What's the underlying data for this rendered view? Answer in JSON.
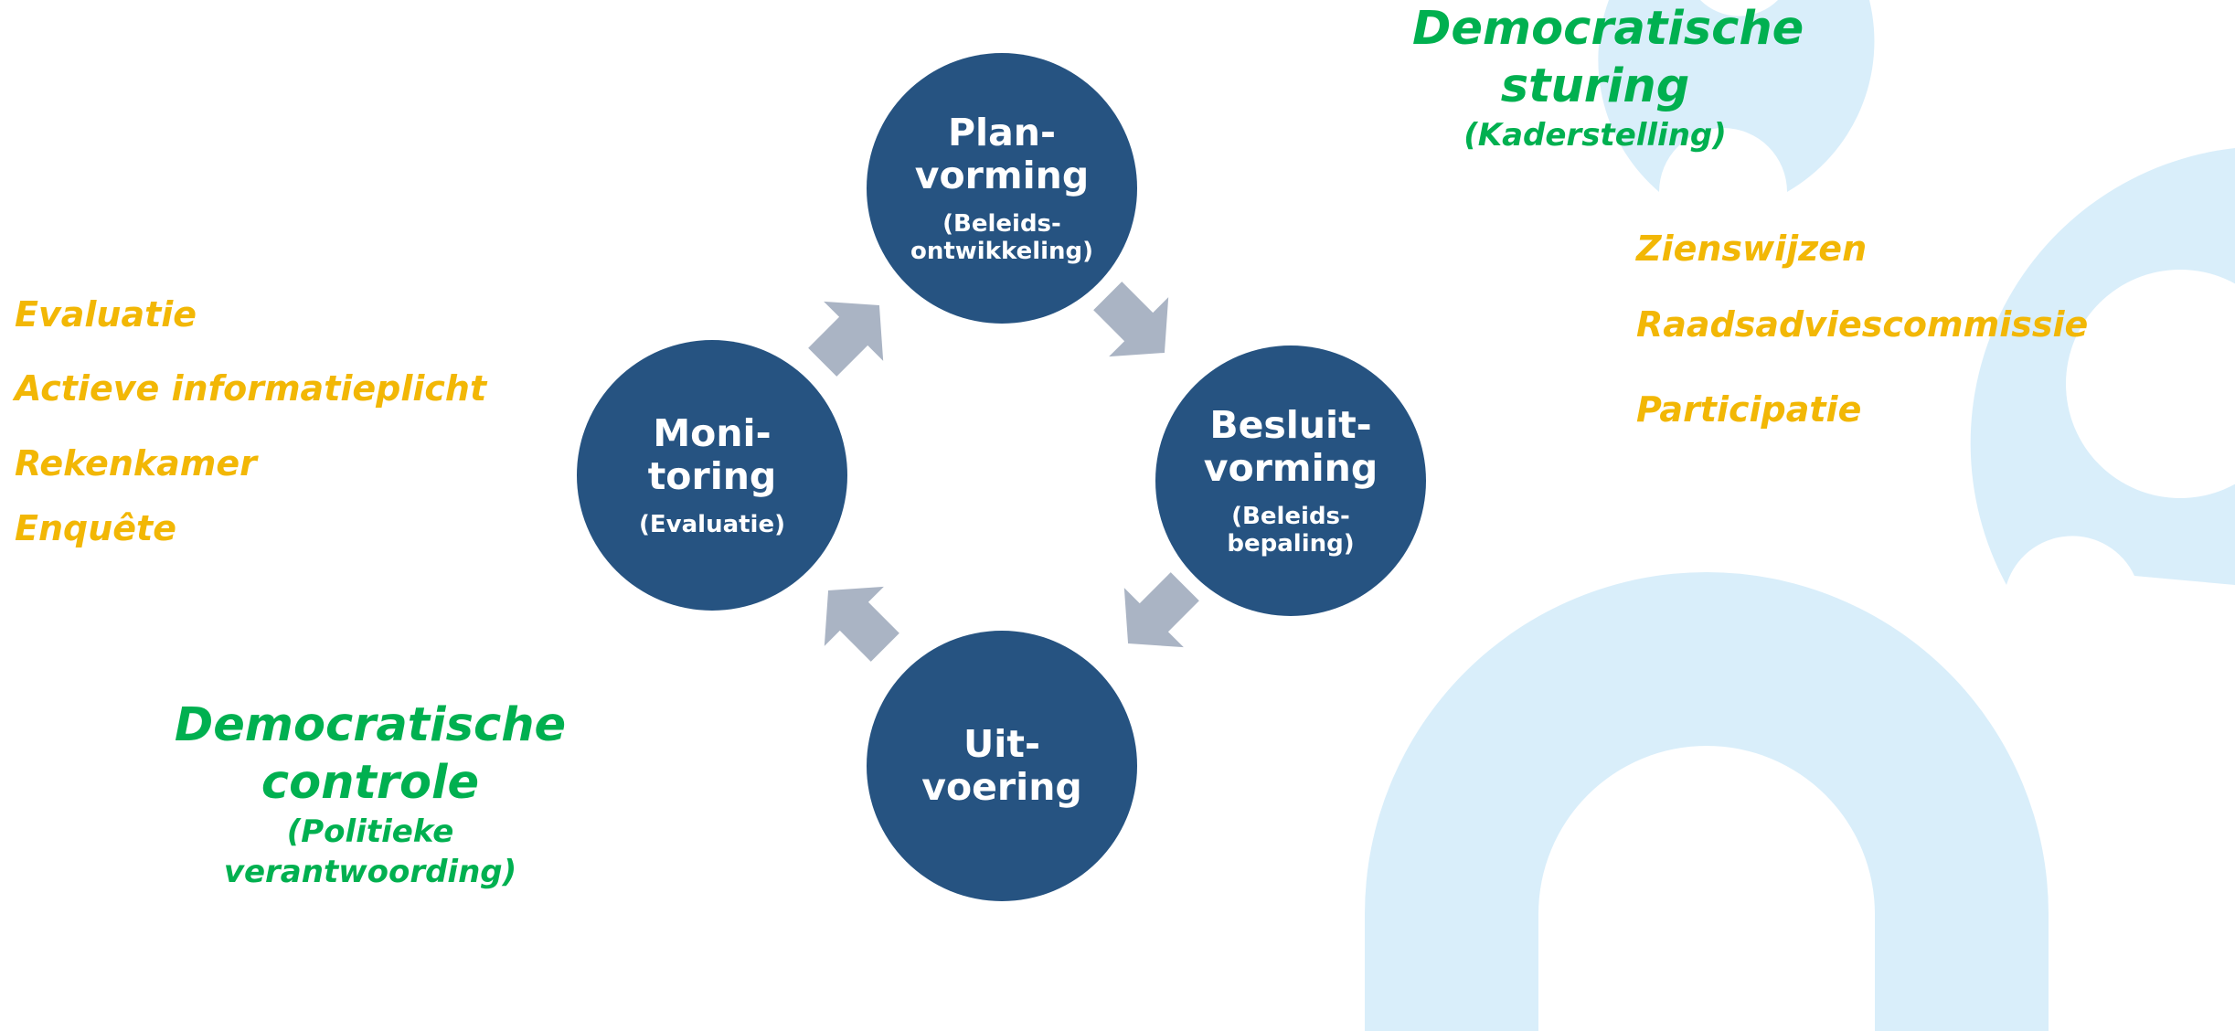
{
  "colors": {
    "node_fill": "#265381",
    "node_text": "#ffffff",
    "arrow": "#aab4c4",
    "accent_green": "#00b050",
    "accent_yellow": "#f2b705",
    "bg_shape": "#d9eefa"
  },
  "cycle": {
    "planvorming": {
      "title": "Plan-\nvorming",
      "sub": "(Beleids-\nontwikkeling)"
    },
    "besluitvorming": {
      "title": "Besluit-\nvorming",
      "sub": "(Beleids-\nbepaling)"
    },
    "uitvoering": {
      "title": "Uit-\nvoering"
    },
    "monitoring": {
      "title": "Moni-\ntoring",
      "sub": "(Evaluatie)"
    }
  },
  "sturing": {
    "title_line1": "Democratische",
    "title_line2": "sturing",
    "subtitle": "(Kaderstelling)",
    "instruments": [
      "Zienswijzen",
      "Raadsadviescommissie",
      "Participatie"
    ]
  },
  "controle": {
    "title_line1": "Democratische",
    "title_line2": "controle",
    "subtitle_line1": "(Politieke",
    "subtitle_line2": "verantwoording)",
    "instruments": [
      "Evaluatie",
      "Actieve informatieplicht",
      "Rekenkamer",
      "Enquête"
    ]
  }
}
